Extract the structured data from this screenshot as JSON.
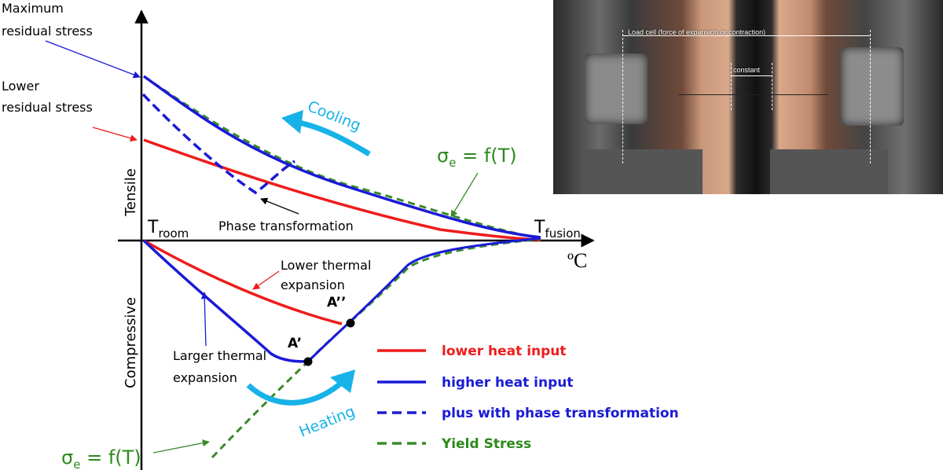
{
  "labels": {
    "max_residual_1": "Maximum",
    "max_residual_2": "residual stress",
    "lower_residual_1": "Lower",
    "lower_residual_2": "residual stress",
    "tensile": "Tensile",
    "compressive": "Compressive",
    "t_room_base": "T",
    "t_room_sub": "room",
    "t_fusion_base": "T",
    "t_fusion_sub": "fusion",
    "deg_c": "ºC",
    "cooling": "Cooling",
    "heating": "Heating",
    "sigma": "σ",
    "sigma_sub": "e",
    "sigma_rest": " = f(T)",
    "phase_transformation": "Phase transformation",
    "lower_thermal_1": "Lower thermal",
    "lower_thermal_2": "expansion",
    "larger_thermal_1": "Larger thermal",
    "larger_thermal_2": "expansion",
    "a_prime": "A’",
    "a_double_prime": "A’’"
  },
  "legend": [
    {
      "label": "lower heat input",
      "color": "#ee1c1c",
      "style": "solid"
    },
    {
      "label": "higher heat input",
      "color": "#1a1ad6",
      "style": "solid"
    },
    {
      "label": "plus with phase transformation",
      "color": "#1a1ad6",
      "style": "dashed"
    },
    {
      "label": "Yield Stress",
      "color": "#3a8a2a",
      "style": "dashed"
    }
  ],
  "photo": {
    "load_cell_label": "Load cell (force of expansion or contraction)",
    "constant_label": "constant"
  },
  "colors": {
    "red": "#ee1c1c",
    "blue": "#1a1ad6",
    "green": "#3a8a2a",
    "cyan": "#17b2e8",
    "text_green": "#2c8a1c"
  }
}
